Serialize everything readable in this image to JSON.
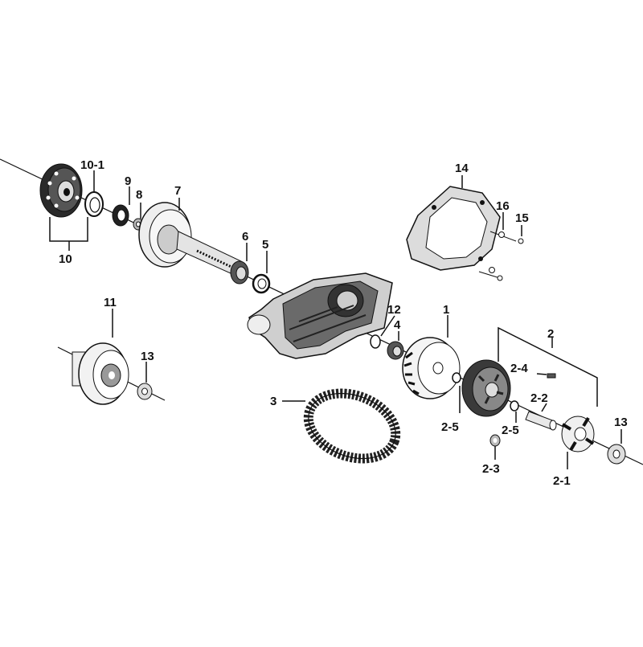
{
  "diagram": {
    "callouts": {
      "c1": "1",
      "c2": "2",
      "c2_1": "2-1",
      "c2_2": "2-2",
      "c2_3": "2-3",
      "c2_4": "2-4",
      "c2_5a": "2-5",
      "c2_5b": "2-5",
      "c3": "3",
      "c4": "4",
      "c5": "5",
      "c6": "6",
      "c7": "7",
      "c8": "8",
      "c9": "9",
      "c10": "10",
      "c10_1": "10-1",
      "c11": "11",
      "c12": "12",
      "c13a": "13",
      "c13b": "13",
      "c14": "14",
      "c15": "15",
      "c16": "16"
    }
  }
}
